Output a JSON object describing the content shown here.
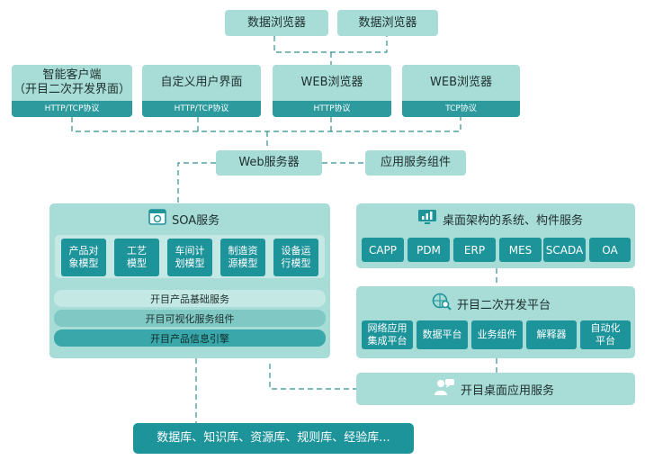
{
  "browsers": [
    "数据浏览器",
    "数据浏览器"
  ],
  "clients": [
    {
      "name": "智能客户端\n（开目二次开发界面）",
      "protocol": "HTTP/TCP协议"
    },
    {
      "name": "自定义用户界面",
      "protocol": "HTTP/TCP协议"
    },
    {
      "name": "WEB浏览器",
      "protocol": "HTTP协议"
    },
    {
      "name": "WEB浏览器",
      "protocol": "TCP协议"
    }
  ],
  "web_server": "Web服务器",
  "app_components": "应用服务组件",
  "soa": {
    "title": "SOA服务",
    "icon": "window-icon",
    "models": [
      "产品对\n象模型",
      "工艺\n模型",
      "车间计\n划模型",
      "制造资\n源模型",
      "设备运\n行模型"
    ],
    "services": [
      "开目产品基础服务",
      "开目可视化服务组件",
      "开目产品信息引擎"
    ]
  },
  "desktop": {
    "title": "桌面架构的系统、构件服务",
    "icon": "monitor-chart-icon",
    "systems": [
      "CAPP",
      "PDM",
      "ERP",
      "MES",
      "SCADA",
      "OA"
    ]
  },
  "secondary_dev": {
    "title": "开目二次开发平台",
    "icon": "globe-search-icon",
    "items": [
      "网络应用\n集成平台",
      "数据平台",
      "业务组件",
      "解释器",
      "自动化\n平台"
    ]
  },
  "desktop_app": {
    "title": "开目桌面应用服务",
    "icon": "user-chat-icon"
  },
  "database": "数据库、知识库、资源库、规则库、经验库..."
}
